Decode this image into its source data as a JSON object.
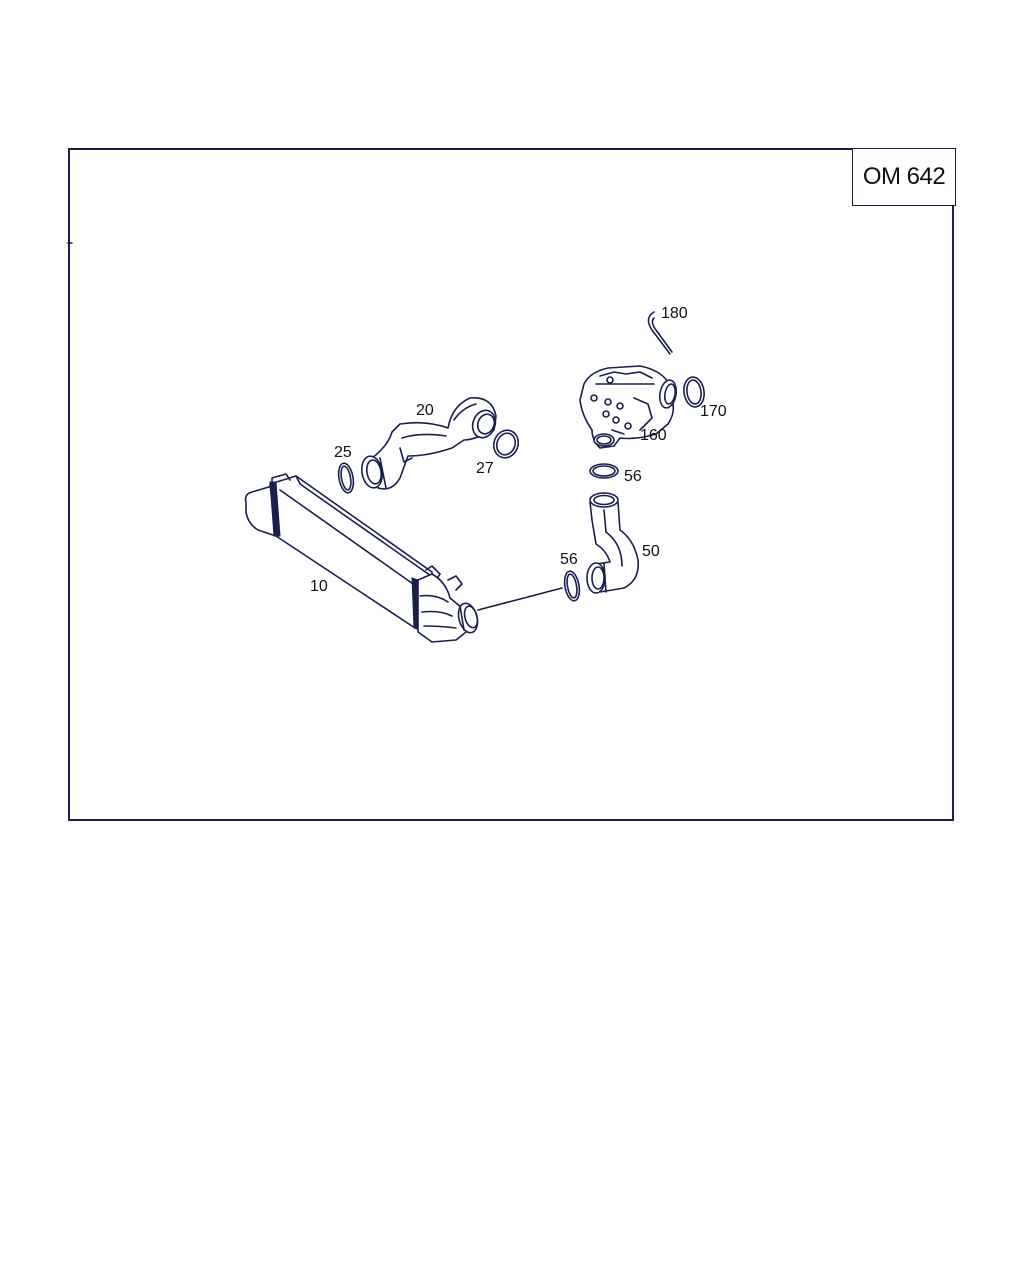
{
  "engine_code": "OM 642",
  "callouts": {
    "p10": "10",
    "p20": "20",
    "p25": "25",
    "p27": "27",
    "p50": "50",
    "p56_upper": "56",
    "p56_lower": "56",
    "p160": "160",
    "p170": "170",
    "p180": "180"
  },
  "colors": {
    "line": "#1a1f4e",
    "background": "#ffffff"
  }
}
